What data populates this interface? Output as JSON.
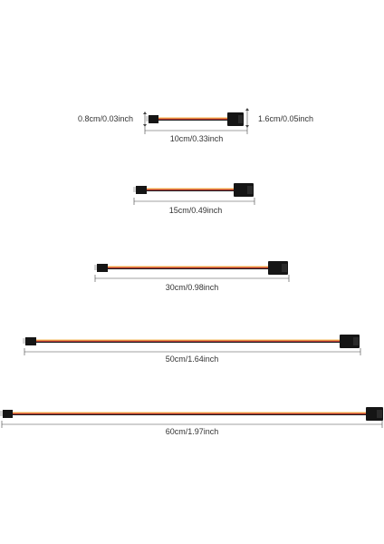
{
  "cables": [
    {
      "id": "cable-10cm",
      "length_label": "10cm/0.33inch"
    },
    {
      "id": "cable-15cm",
      "length_label": "15cm/0.49inch"
    },
    {
      "id": "cable-30cm",
      "length_label": "30cm/0.98inch"
    },
    {
      "id": "cable-50cm",
      "length_label": "50cm/1.64inch"
    },
    {
      "id": "cable-60cm",
      "length_label": "60cm/1.97inch"
    }
  ],
  "dimensions": {
    "small_connector_width": "0.8cm/0.03inch",
    "large_connector_width": "1.6cm/0.05inch"
  },
  "colors": {
    "wire_red": "#c62828",
    "wire_black": "#1a1a1a",
    "wire_orange": "#f0a020",
    "connector": "#151515",
    "dimension_line": "#444444"
  }
}
